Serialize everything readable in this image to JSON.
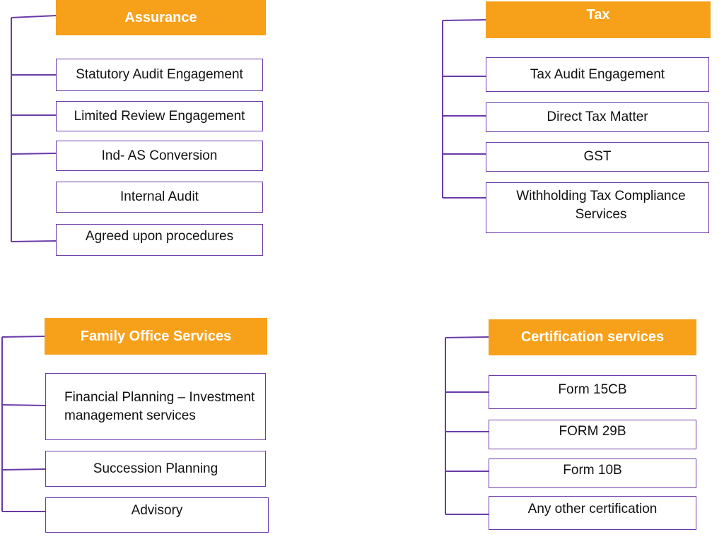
{
  "colors": {
    "header_bg": "#f7a11b",
    "header_text": "#ffffff",
    "connector": "#6a3aa8",
    "box_border": "#6a3aa8"
  },
  "assurance": {
    "title": "Assurance",
    "items": [
      "Statutory Audit Engagement",
      "Limited Review Engagement",
      "Ind- AS Conversion",
      "Internal Audit",
      "Agreed upon procedures"
    ]
  },
  "tax": {
    "title": "Tax",
    "items": [
      "Tax Audit Engagement",
      "Direct Tax Matter",
      "GST",
      "Withholding Tax Compliance Services"
    ]
  },
  "family_office": {
    "title": "Family Office Services",
    "items": [
      "Financial Planning – Investment management services",
      "Succession Planning",
      "Advisory"
    ]
  },
  "certification": {
    "title": "Certification services",
    "items": [
      "Form 15CB",
      "FORM 29B",
      "Form 10B",
      "Any other certification"
    ]
  }
}
